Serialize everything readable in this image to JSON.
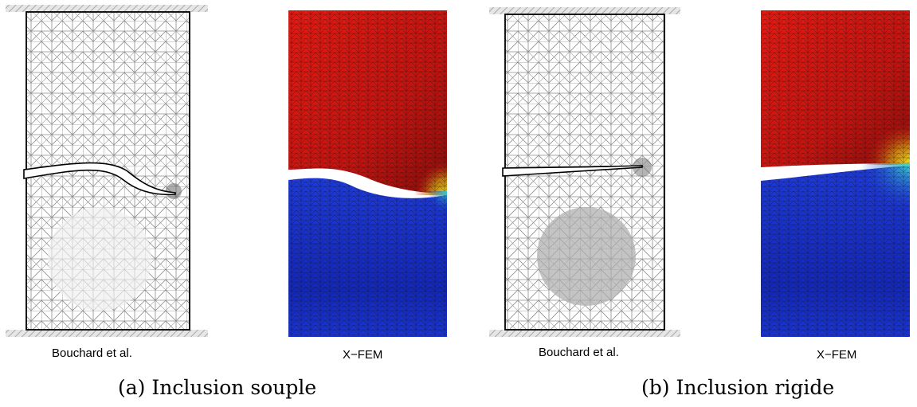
{
  "panels": [
    {
      "left_label": "Bouchard et al.",
      "right_label": "X−FEM",
      "caption": "(a) Inclusion souple",
      "inclusion": "soft"
    },
    {
      "left_label": "Bouchard et al.",
      "right_label": "X−FEM",
      "caption": "(b) Inclusion rigide",
      "inclusion": "rigid"
    }
  ],
  "colors": {
    "mesh_line": "#8a8a8a",
    "hatch": "#b5b5b5",
    "inclusion_soft": "#eeeeee",
    "inclusion_rigid": "#c4c4c4",
    "field_top": "#d01010",
    "field_bottom": "#1030c8",
    "field_hot": "#e8e020",
    "field_cyan": "#20c0c8"
  }
}
